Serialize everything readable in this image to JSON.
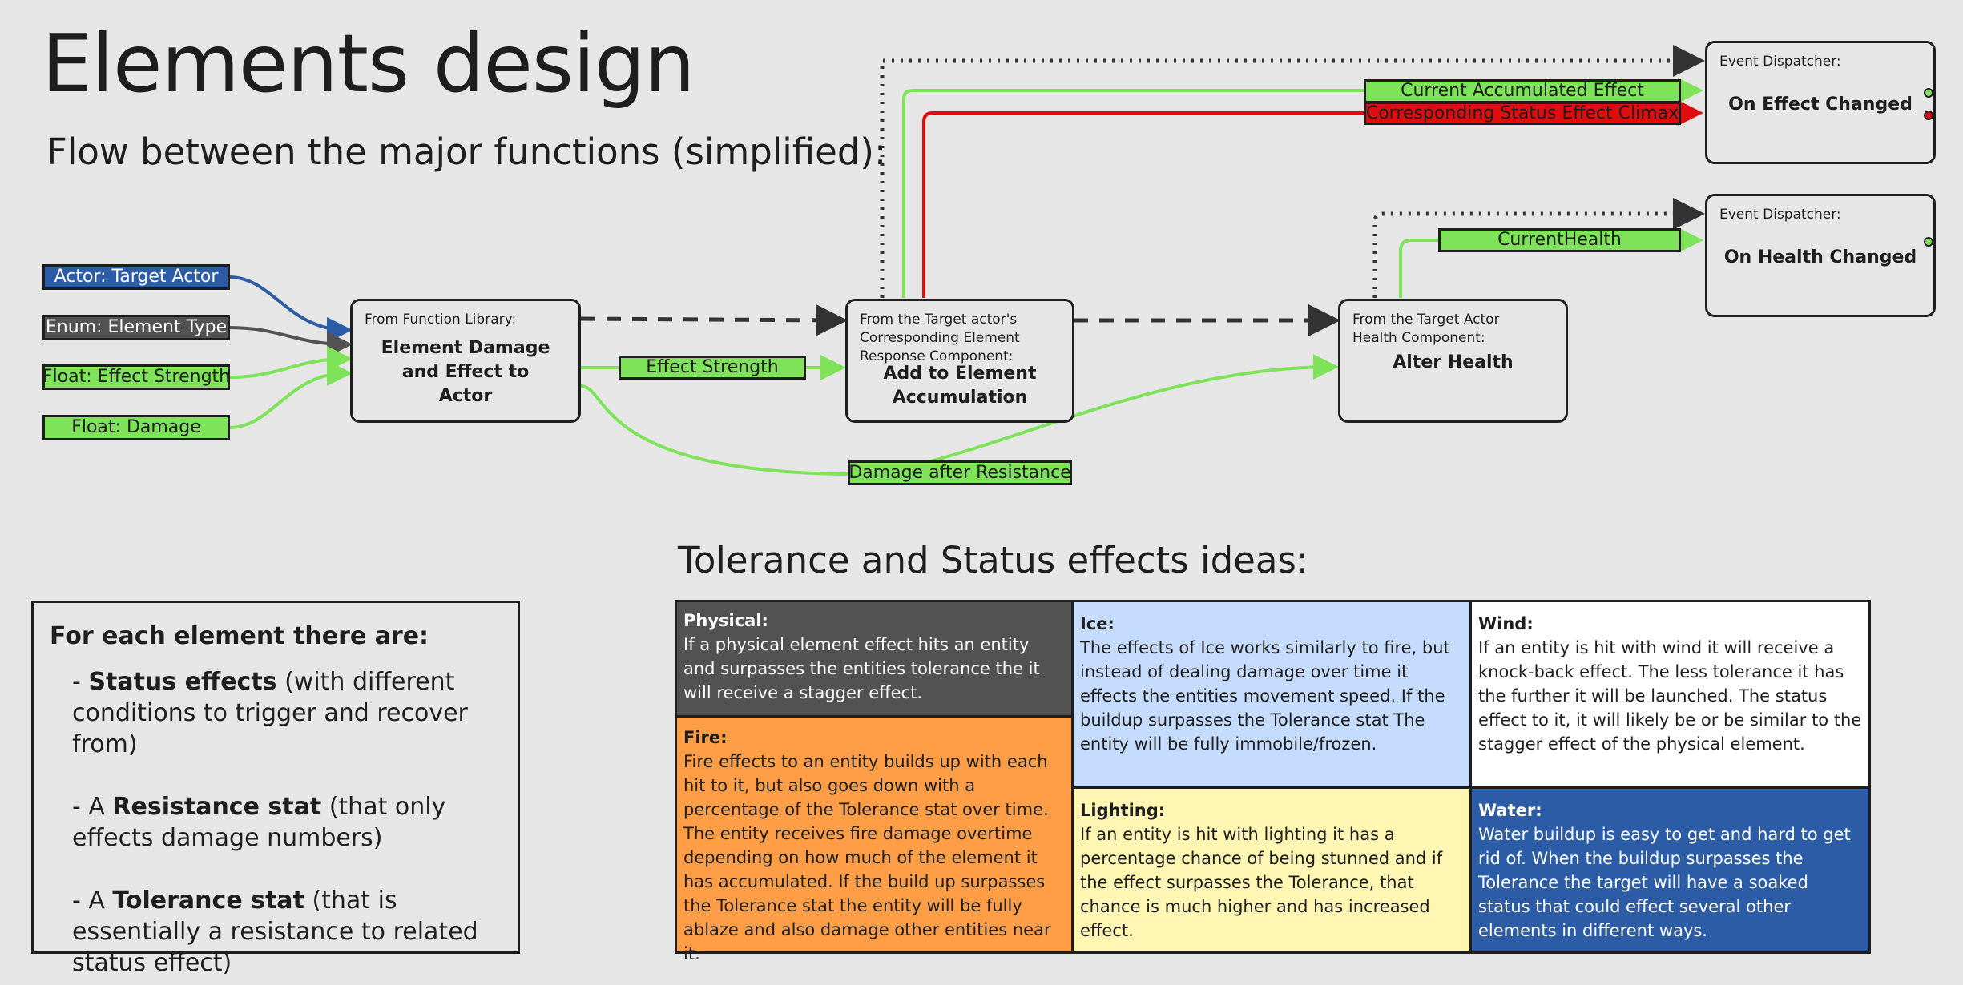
{
  "title": "Elements design",
  "subtitle": "Flow between the major functions (simplified):",
  "inputs": [
    {
      "label": "Actor: Target Actor",
      "color": "#2d5ca6"
    },
    {
      "label": "Enum: Element Type",
      "color": "#525252"
    },
    {
      "label": "Float: Effect Strength",
      "color": "#7fe35a"
    },
    {
      "label": "Float: Damage",
      "color": "#7fe35a"
    }
  ],
  "nodes": {
    "element_damage": {
      "source": "From Function Library:",
      "name": "Element Damage and Effect to Actor"
    },
    "element_accumulation": {
      "source": "From the Target actor's Corresponding Element Response Component:",
      "name": "Add to Element Accumulation"
    },
    "alter_health": {
      "source": "From the Target Actor Health Component:",
      "name": "Alter Health"
    },
    "effect_dispatcher": {
      "source": "Event Dispatcher:",
      "name": "On Effect Changed"
    },
    "health_dispatcher": {
      "source": "Event Dispatcher:",
      "name": "On Health Changed"
    }
  },
  "wire_labels": {
    "effect_strength": "Effect Strength",
    "damage_after_resistance": "Damage after Resistance",
    "current_accumulated_effect": "Current Accumulated Effect",
    "status_effect_climax": "Corresponding Status Effect Climax",
    "current_health": "CurrentHealth"
  },
  "colors": {
    "green": "#7fe35a",
    "red": "#df0d0d",
    "blue": "#2d5ca6",
    "gray": "#525252",
    "orange": "#ff9e47",
    "light_blue": "#c5dcff",
    "light_yellow": "#fff6b4"
  },
  "info": {
    "heading": "For each element there are:",
    "items": [
      {
        "prefix": "- ",
        "bold": "Status effects",
        "rest": " (with different conditions to trigger and recover from)"
      },
      {
        "prefix": "- A ",
        "bold": "Resistance stat",
        "rest": " (that only effects damage numbers)"
      },
      {
        "prefix": "- A ",
        "bold": "Tolerance stat",
        "rest": " (that is essentially a resistance to related status effect)"
      }
    ]
  },
  "tolerance": {
    "title": "Tolerance and Status effects ideas:",
    "elements": {
      "physical": {
        "name": "Physical:",
        "text": "If a physical element effect hits an entity and surpasses the entities tolerance the it will receive a stagger effect."
      },
      "fire": {
        "name": "Fire:",
        "text": "Fire effects to an entity builds up with each hit to it, but also goes down with a percentage of the Tolerance stat over time. The entity receives fire damage overtime depending on how much of the element it has accumulated. If the build up surpasses the Tolerance stat the entity will be fully ablaze and also damage other entities near it."
      },
      "ice": {
        "name": "Ice:",
        "text": "The effects of Ice works similarly to fire, but instead of dealing damage over time it effects the entities movement speed. If the buildup surpasses the Tolerance stat The entity will be fully immobile/frozen."
      },
      "lighting": {
        "name": "Lighting:",
        "text": "If an entity is hit with lighting it has a percentage chance of being stunned and if the effect surpasses the Tolerance, that chance is much higher and has increased effect."
      },
      "wind": {
        "name": "Wind:",
        "text": "If an entity is hit with wind it will receive a knock-back effect. The less tolerance it has the further it will be launched. The status effect to it, it will likely be or be similar to the stagger effect of the physical element."
      },
      "water": {
        "name": "Water:",
        "text": "Water buildup is easy to get and hard to get rid of. When the buildup surpasses the Tolerance the target will have a soaked status that could effect several other elements in different ways."
      }
    }
  }
}
